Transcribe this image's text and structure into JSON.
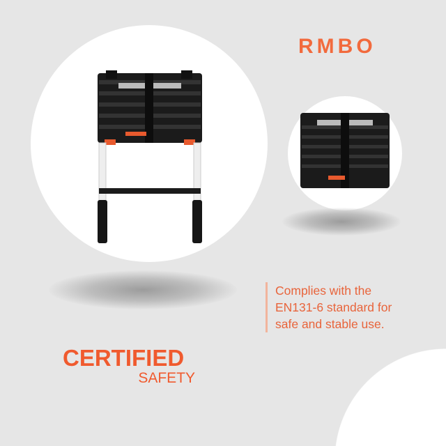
{
  "brand": {
    "logo_text": "RMBO",
    "accent_color": "#f05a2e"
  },
  "description": {
    "text_lines": [
      "Complies with the",
      "EN131-6 standard for",
      "safe and stable use."
    ]
  },
  "headline": {
    "title": "CERTIFIED",
    "subtitle": "SAFETY"
  },
  "images": [
    {
      "name": "telescopic-ladder-extended"
    },
    {
      "name": "telescopic-ladder-collapsed"
    }
  ]
}
